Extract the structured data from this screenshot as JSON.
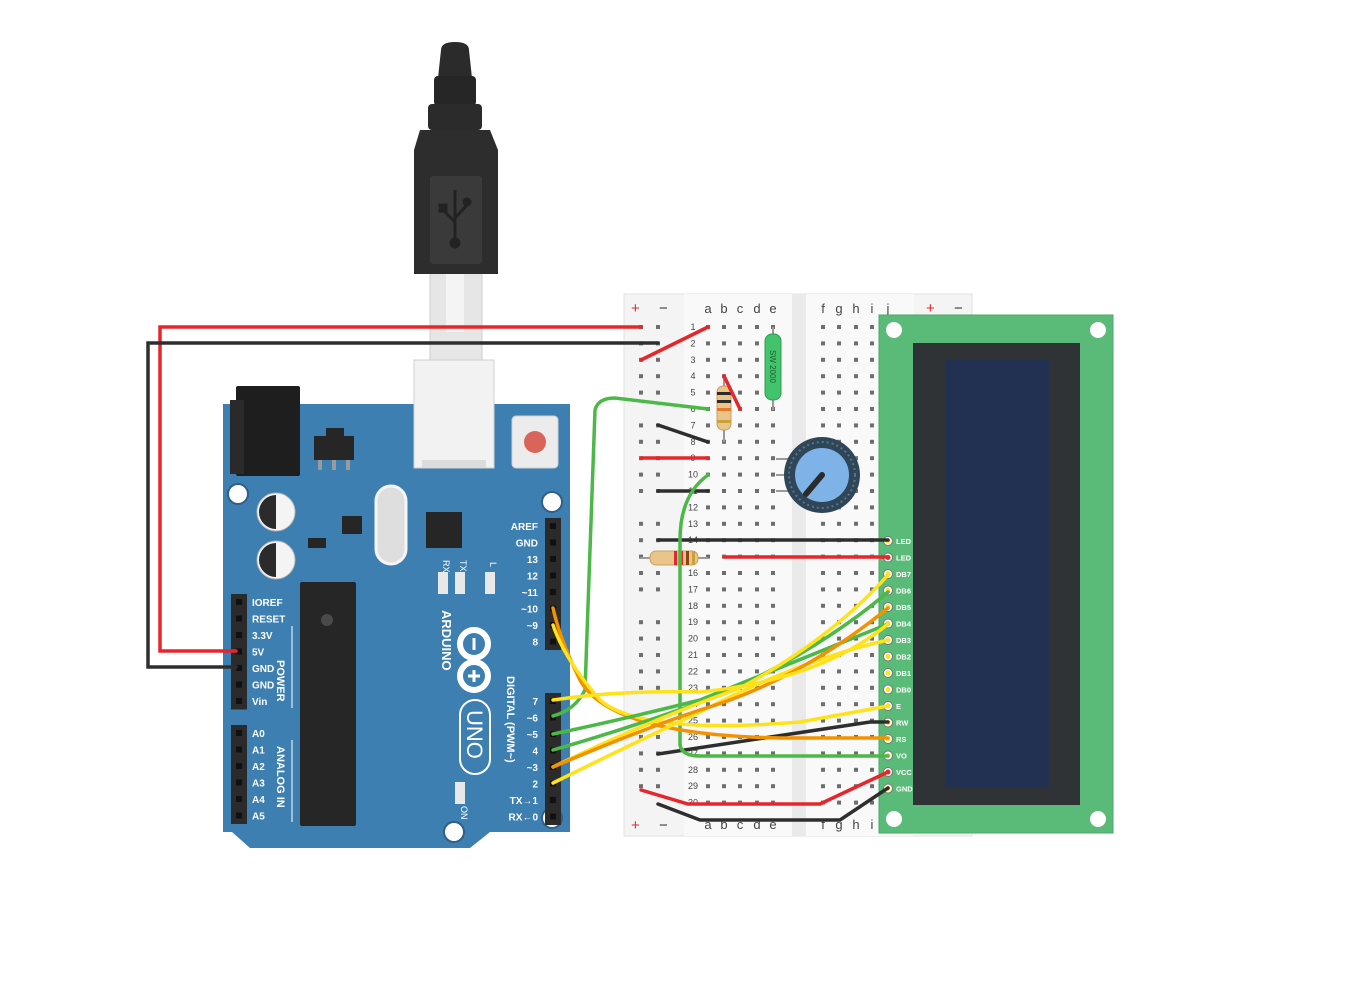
{
  "arduino": {
    "brand": "ARDUINO",
    "model": "UNO",
    "power_header": {
      "group_label": "POWER",
      "pins": [
        "IOREF",
        "RESET",
        "3.3V",
        "5V",
        "GND",
        "GND",
        "Vin"
      ]
    },
    "analog_header": {
      "group_label": "ANALOG IN",
      "pins": [
        "A0",
        "A1",
        "A2",
        "A3",
        "A4",
        "A5"
      ]
    },
    "digital_header": {
      "group_label": "DIGITAL (PWM~)",
      "upper_pins": [
        "AREF",
        "GND",
        "13",
        "12",
        "~11",
        "~10",
        "~9",
        "8"
      ],
      "lower_pins": [
        "7",
        "~6",
        "~5",
        "4",
        "~3",
        "2",
        "TX→1",
        "RX←0"
      ]
    },
    "leds": {
      "rx": "RX",
      "tx": "TX",
      "l": "L",
      "on": "ON"
    },
    "colors": {
      "board": "#3d7fb1",
      "header": "#2b2b2b"
    }
  },
  "breadboard": {
    "rail_plus": "+",
    "rail_minus": "−",
    "column_letters_left": [
      "a",
      "b",
      "c",
      "d",
      "e"
    ],
    "column_letters_right": [
      "f",
      "g",
      "h",
      "i",
      "j"
    ],
    "row_numbers": [
      "1",
      "2",
      "3",
      "4",
      "5",
      "6",
      "7",
      "8",
      "9",
      "10",
      "11",
      "12",
      "13",
      "14",
      "15",
      "16",
      "17",
      "18",
      "19",
      "20",
      "21",
      "22",
      "23",
      "24",
      "25",
      "26",
      "27",
      "28",
      "29",
      "30"
    ]
  },
  "reed_switch": {
    "label": "SW 2000",
    "color": "#43c36b"
  },
  "lcd": {
    "pins": [
      "LED",
      "LED",
      "DB7",
      "DB6",
      "DB5",
      "DB4",
      "DB3",
      "DB2",
      "DB1",
      "DB0",
      "E",
      "RW",
      "RS",
      "VO",
      "VCC",
      "GND"
    ],
    "colors": {
      "pcb": "#5abb78",
      "bezel": "#2f3336",
      "screen": "#223152"
    }
  },
  "wire_colors": {
    "red": "#e5262b",
    "black": "#2e2e2e",
    "green": "#4cb848",
    "yellow": "#ffe21a",
    "orange": "#f39200"
  }
}
